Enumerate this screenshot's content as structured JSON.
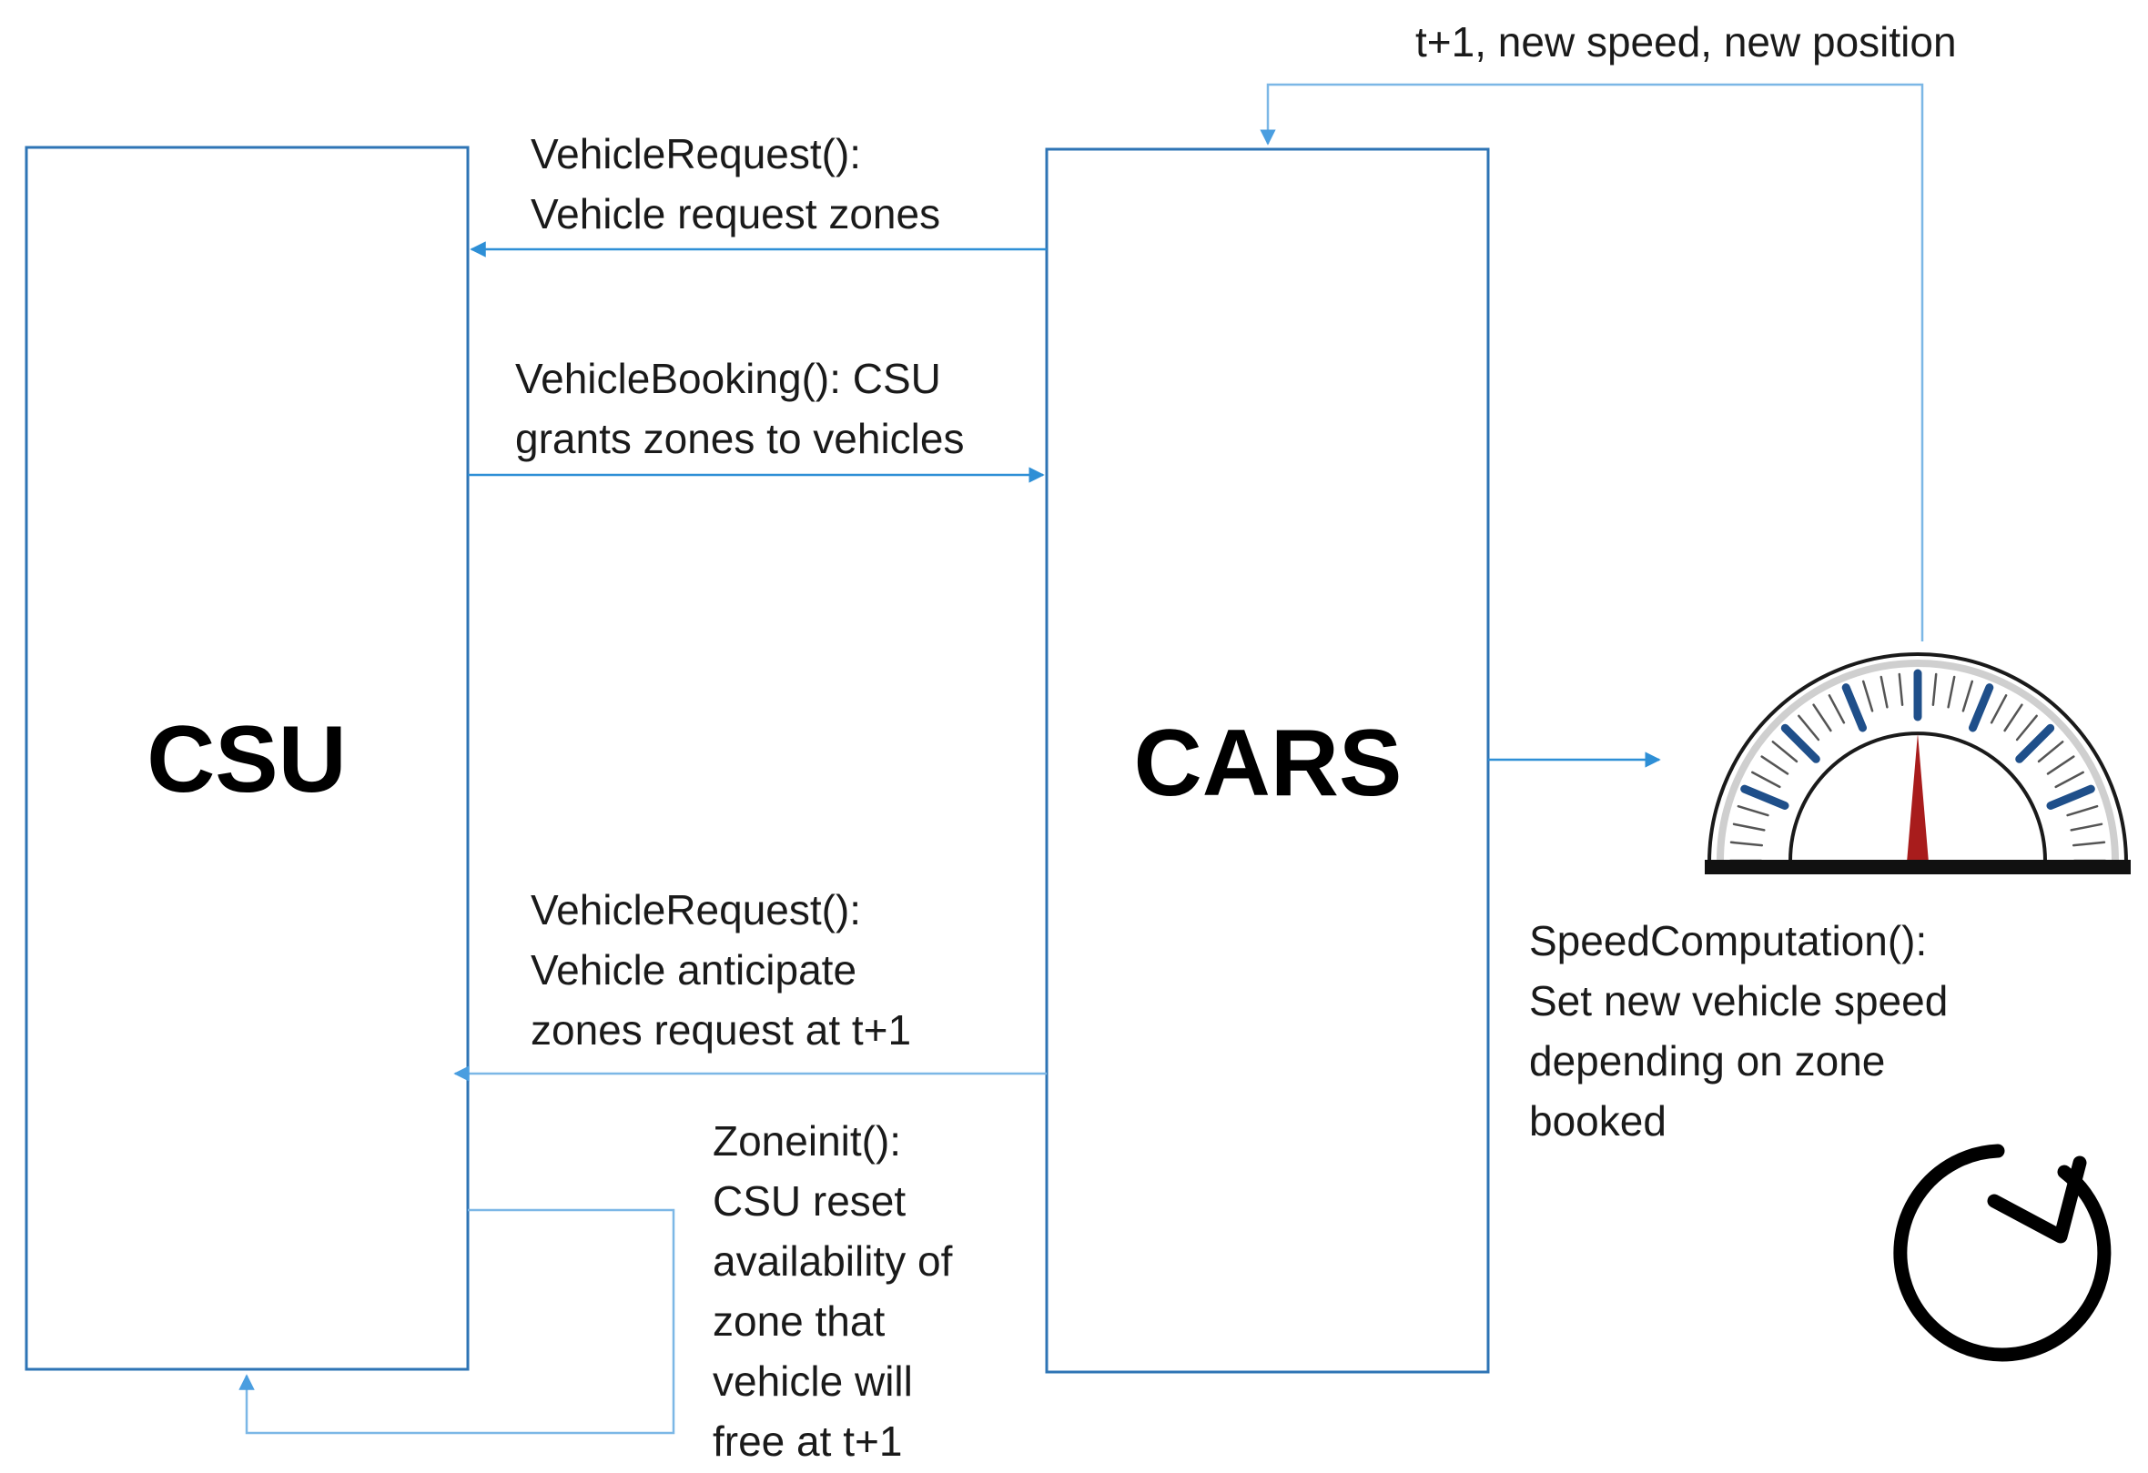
{
  "blocks": {
    "csu": "CSU",
    "cars": "CARS"
  },
  "messages": {
    "vehicle_request_top": [
      "VehicleRequest():",
      "Vehicle request zones"
    ],
    "vehicle_booking": [
      "VehicleBooking(): CSU",
      "grants zones to vehicles"
    ],
    "vehicle_request_bottom": [
      "VehicleRequest():",
      "Vehicle anticipate",
      "zones request at t+1"
    ],
    "zone_init": [
      "Zoneinit():",
      "CSU reset",
      "availability of",
      "zone that",
      "vehicle will",
      "free at t+1"
    ],
    "loop_back": [
      "t+1, new speed, new position"
    ],
    "speed_computation": [
      "SpeedComputation():",
      "Set new vehicle speed",
      "depending on zone",
      "booked"
    ]
  },
  "icons": {
    "speedometer": "speedometer-icon",
    "refresh": "refresh-icon"
  },
  "colors": {
    "box_border": "#2e74b5",
    "arrow": "#2e8fd6",
    "arrow_light": "#7cb7e6",
    "needle": "#a81c1c",
    "gauge_major_tick": "#1f4f8a"
  }
}
